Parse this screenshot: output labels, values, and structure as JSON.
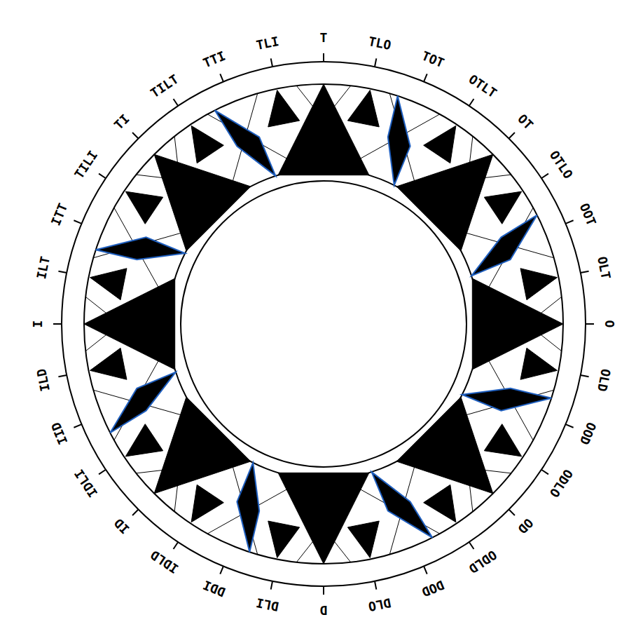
{
  "diagram": {
    "labels": [
      "T",
      "TLO",
      "TOT",
      "OTLT",
      "OT",
      "OTLO",
      "OOT",
      "OLT",
      "O",
      "OLD",
      "OOD",
      "ODLO",
      "OD",
      "ODLD",
      "DOD",
      "DLO",
      "D",
      "DLI",
      "DDI",
      "IDLD",
      "ID",
      "IDLI",
      "IID",
      "ILD",
      "I",
      "ILT",
      "ITT",
      "TILI",
      "TI",
      "TILT",
      "TTI",
      "TLI"
    ]
  }
}
